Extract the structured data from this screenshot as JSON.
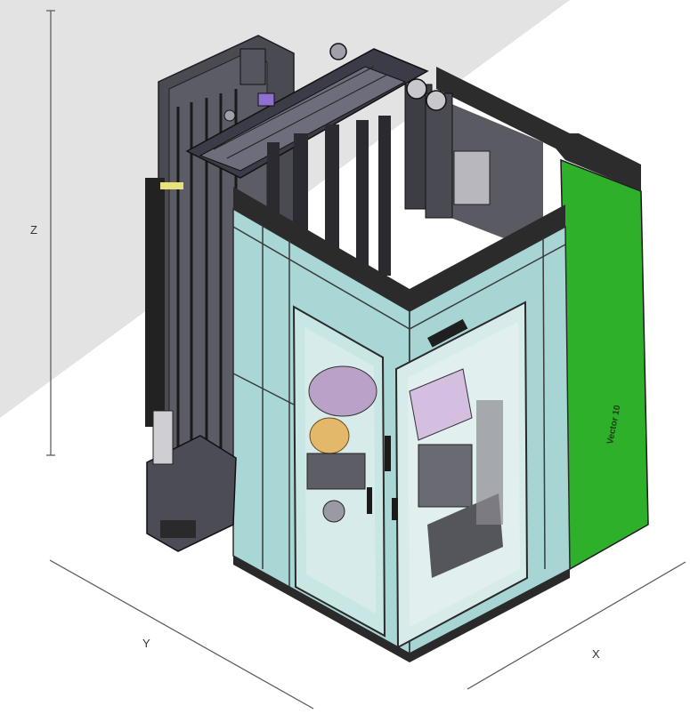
{
  "diagram": {
    "axes": {
      "z_label": "Z",
      "y_label": "Y",
      "x_label": "X"
    },
    "side_panel_text": "Vector 10",
    "colors": {
      "background": "#ffffff",
      "diagonal_band": "#e3e3e3",
      "cabin_glass": "#a9d7d6",
      "cabin_frame": "#2c2c2c",
      "green_panel": "#2fb02a",
      "internal_purple": "#b9a1c7",
      "machinery_dark": "#3a3a44"
    },
    "icons": [
      "axis-z-line",
      "axis-y-arrow",
      "axis-x-arrow",
      "machine-cabin",
      "door-handle-icon"
    ]
  }
}
